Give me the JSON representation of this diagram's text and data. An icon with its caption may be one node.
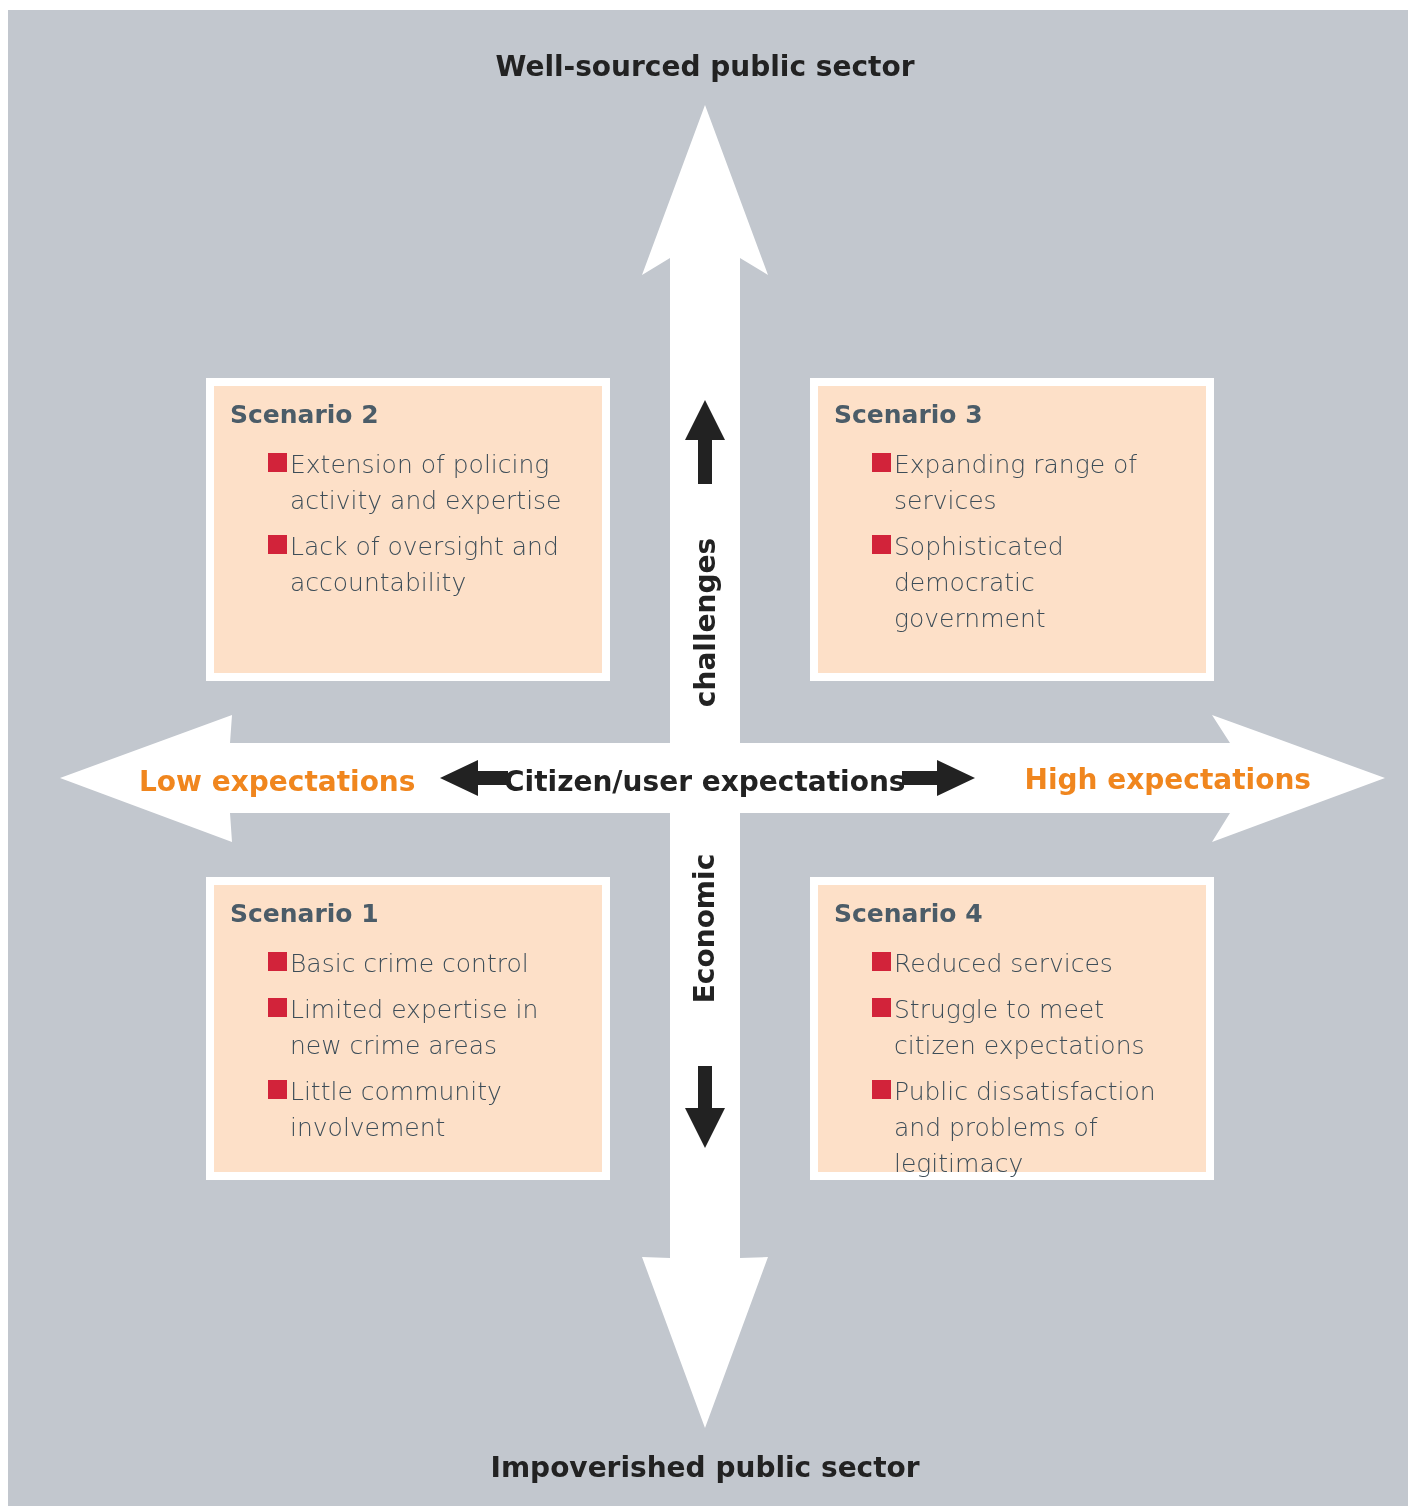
{
  "diagram": {
    "nodes": [
      {
        "text": [
          "Scenario 2",
          "Extension of policing activity and expertise",
          "Lack of oversight and accountability"
        ]
      },
      {
        "text": [
          "Scenario 3",
          "Expanding range of services",
          "Sophisticated democratic government"
        ]
      },
      {
        "text": [
          "Scenario 1",
          "Basic crime control",
          "Limited expertise in new crime areas",
          "Little community involvement"
        ]
      },
      {
        "text": [
          "Scenario 4",
          "Reduced services",
          "Struggle to meet citizen expectations",
          "Public dissatisfaction and problems of legitimacy"
        ]
      }
    ],
    "labels": [
      "Well-sourced public sector",
      "challenges",
      "Low expectations",
      "Citizen/user expectations",
      "High expectations",
      "Economic",
      "Impoverished public sector"
    ]
  }
}
